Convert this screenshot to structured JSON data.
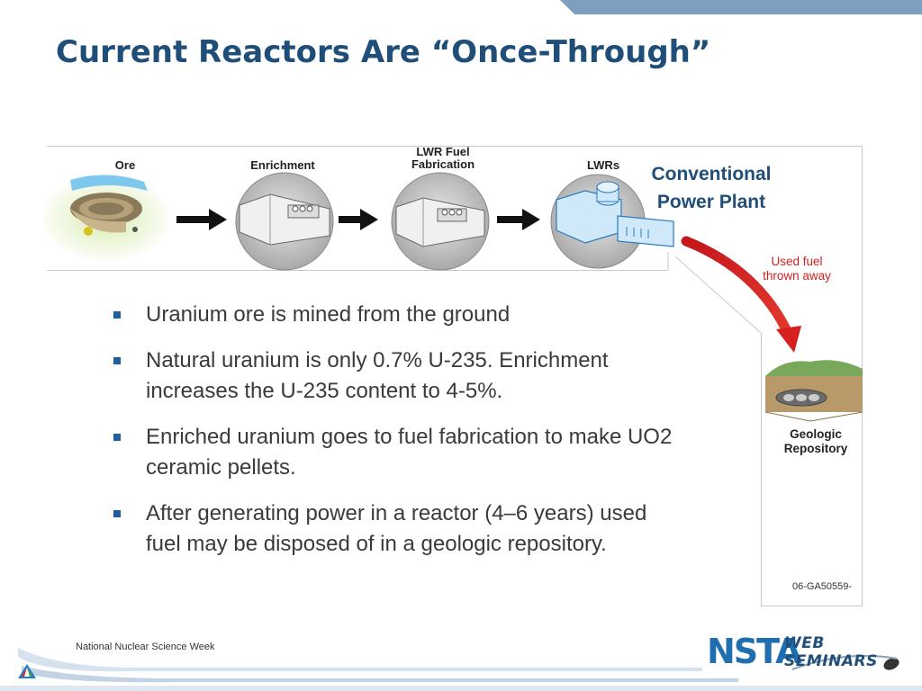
{
  "slide": {
    "title": "Current Reactors Are “Once-Through”"
  },
  "diagram": {
    "steps": [
      {
        "label": "Ore"
      },
      {
        "label": "Enrichment"
      },
      {
        "label": "LWR Fuel\nFabrication"
      },
      {
        "label": "LWRs"
      }
    ],
    "conventional_plant_label": "Conventional\nPower Plant",
    "used_fuel_label": "Used fuel\nthrown away",
    "repository_label": "Geologic\nRepository",
    "figure_code": "06-GA50559-"
  },
  "bullets": [
    "Uranium ore is mined from the ground",
    "Natural uranium is only 0.7% U-235. Enrichment increases the U-235 content to 4-5%.",
    "Enriched uranium goes to fuel fabrication to make UO2 ceramic pellets.",
    "After generating power in a reactor (4–6 years) used fuel may be disposed of in a geologic repository."
  ],
  "footer": {
    "text": "National Nuclear Science Week",
    "logo_main": "NSTA",
    "logo_web": "WEB",
    "logo_seminars": "SEMINARS"
  },
  "colors": {
    "title": "#1f4e79",
    "accent_red": "#d62020",
    "bullet": "#1f5fa0",
    "body_text": "#3a3a3a"
  },
  "icons": [
    "ore-mine-icon",
    "enrichment-plant-icon",
    "fuel-fabrication-plant-icon",
    "reactor-icon",
    "geologic-repository-icon",
    "right-arrow-icon",
    "curved-red-arrow-icon",
    "nsta-logo-icon",
    "triangle-logo-icon",
    "mouse-icon"
  ]
}
